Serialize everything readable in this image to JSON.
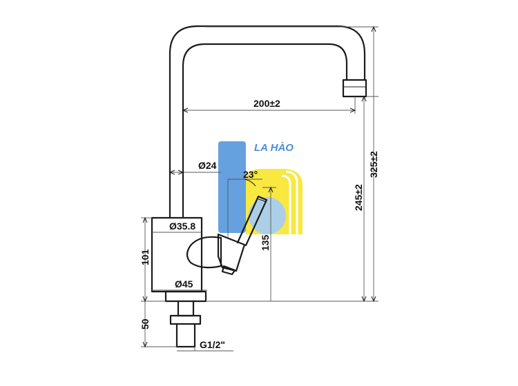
{
  "dimensions": {
    "spout_reach": "200±2",
    "total_height": "325±2",
    "spout_height": "245±2",
    "body_height": "101",
    "handle_height": "135",
    "shank_length": "50",
    "pipe_diameter": "Ø24",
    "body_diameter": "Ø35.8",
    "base_diameter": "Ø45",
    "handle_angle": "23°",
    "thread": "G1/2\""
  },
  "watermark": {
    "text": "LA HÀO",
    "colors": {
      "blue": "#4a90d9",
      "yellow": "#f5e000",
      "light_blue": "#a8cdf0"
    }
  }
}
